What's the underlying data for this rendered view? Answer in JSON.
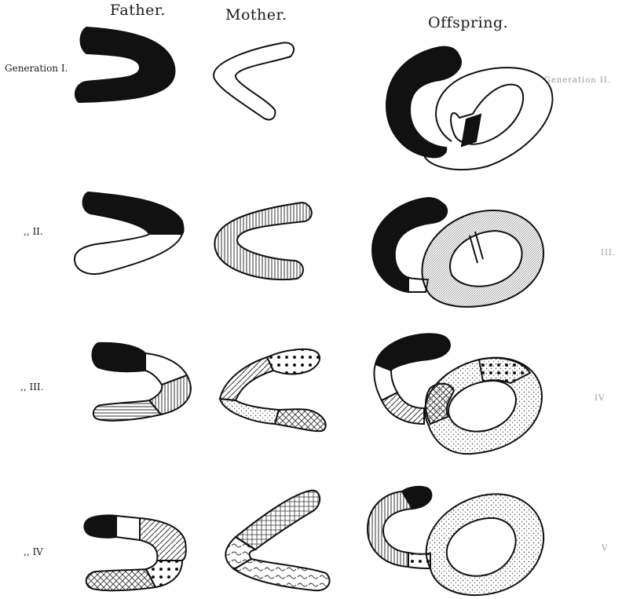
{
  "headers": {
    "father": "Father.",
    "mother": "Mother.",
    "offspring": "Offspring."
  },
  "rows": [
    {
      "left": "Generation I.",
      "right": "Generation II."
    },
    {
      "left": ",,     II.",
      "right": "III."
    },
    {
      "left": ",,     III.",
      "right": "IV"
    },
    {
      "left": ",,     IV",
      "right": "V"
    }
  ],
  "colors": {
    "ink": "#111111",
    "background": "#ffffff",
    "faint_label": "#9a9a9a"
  }
}
